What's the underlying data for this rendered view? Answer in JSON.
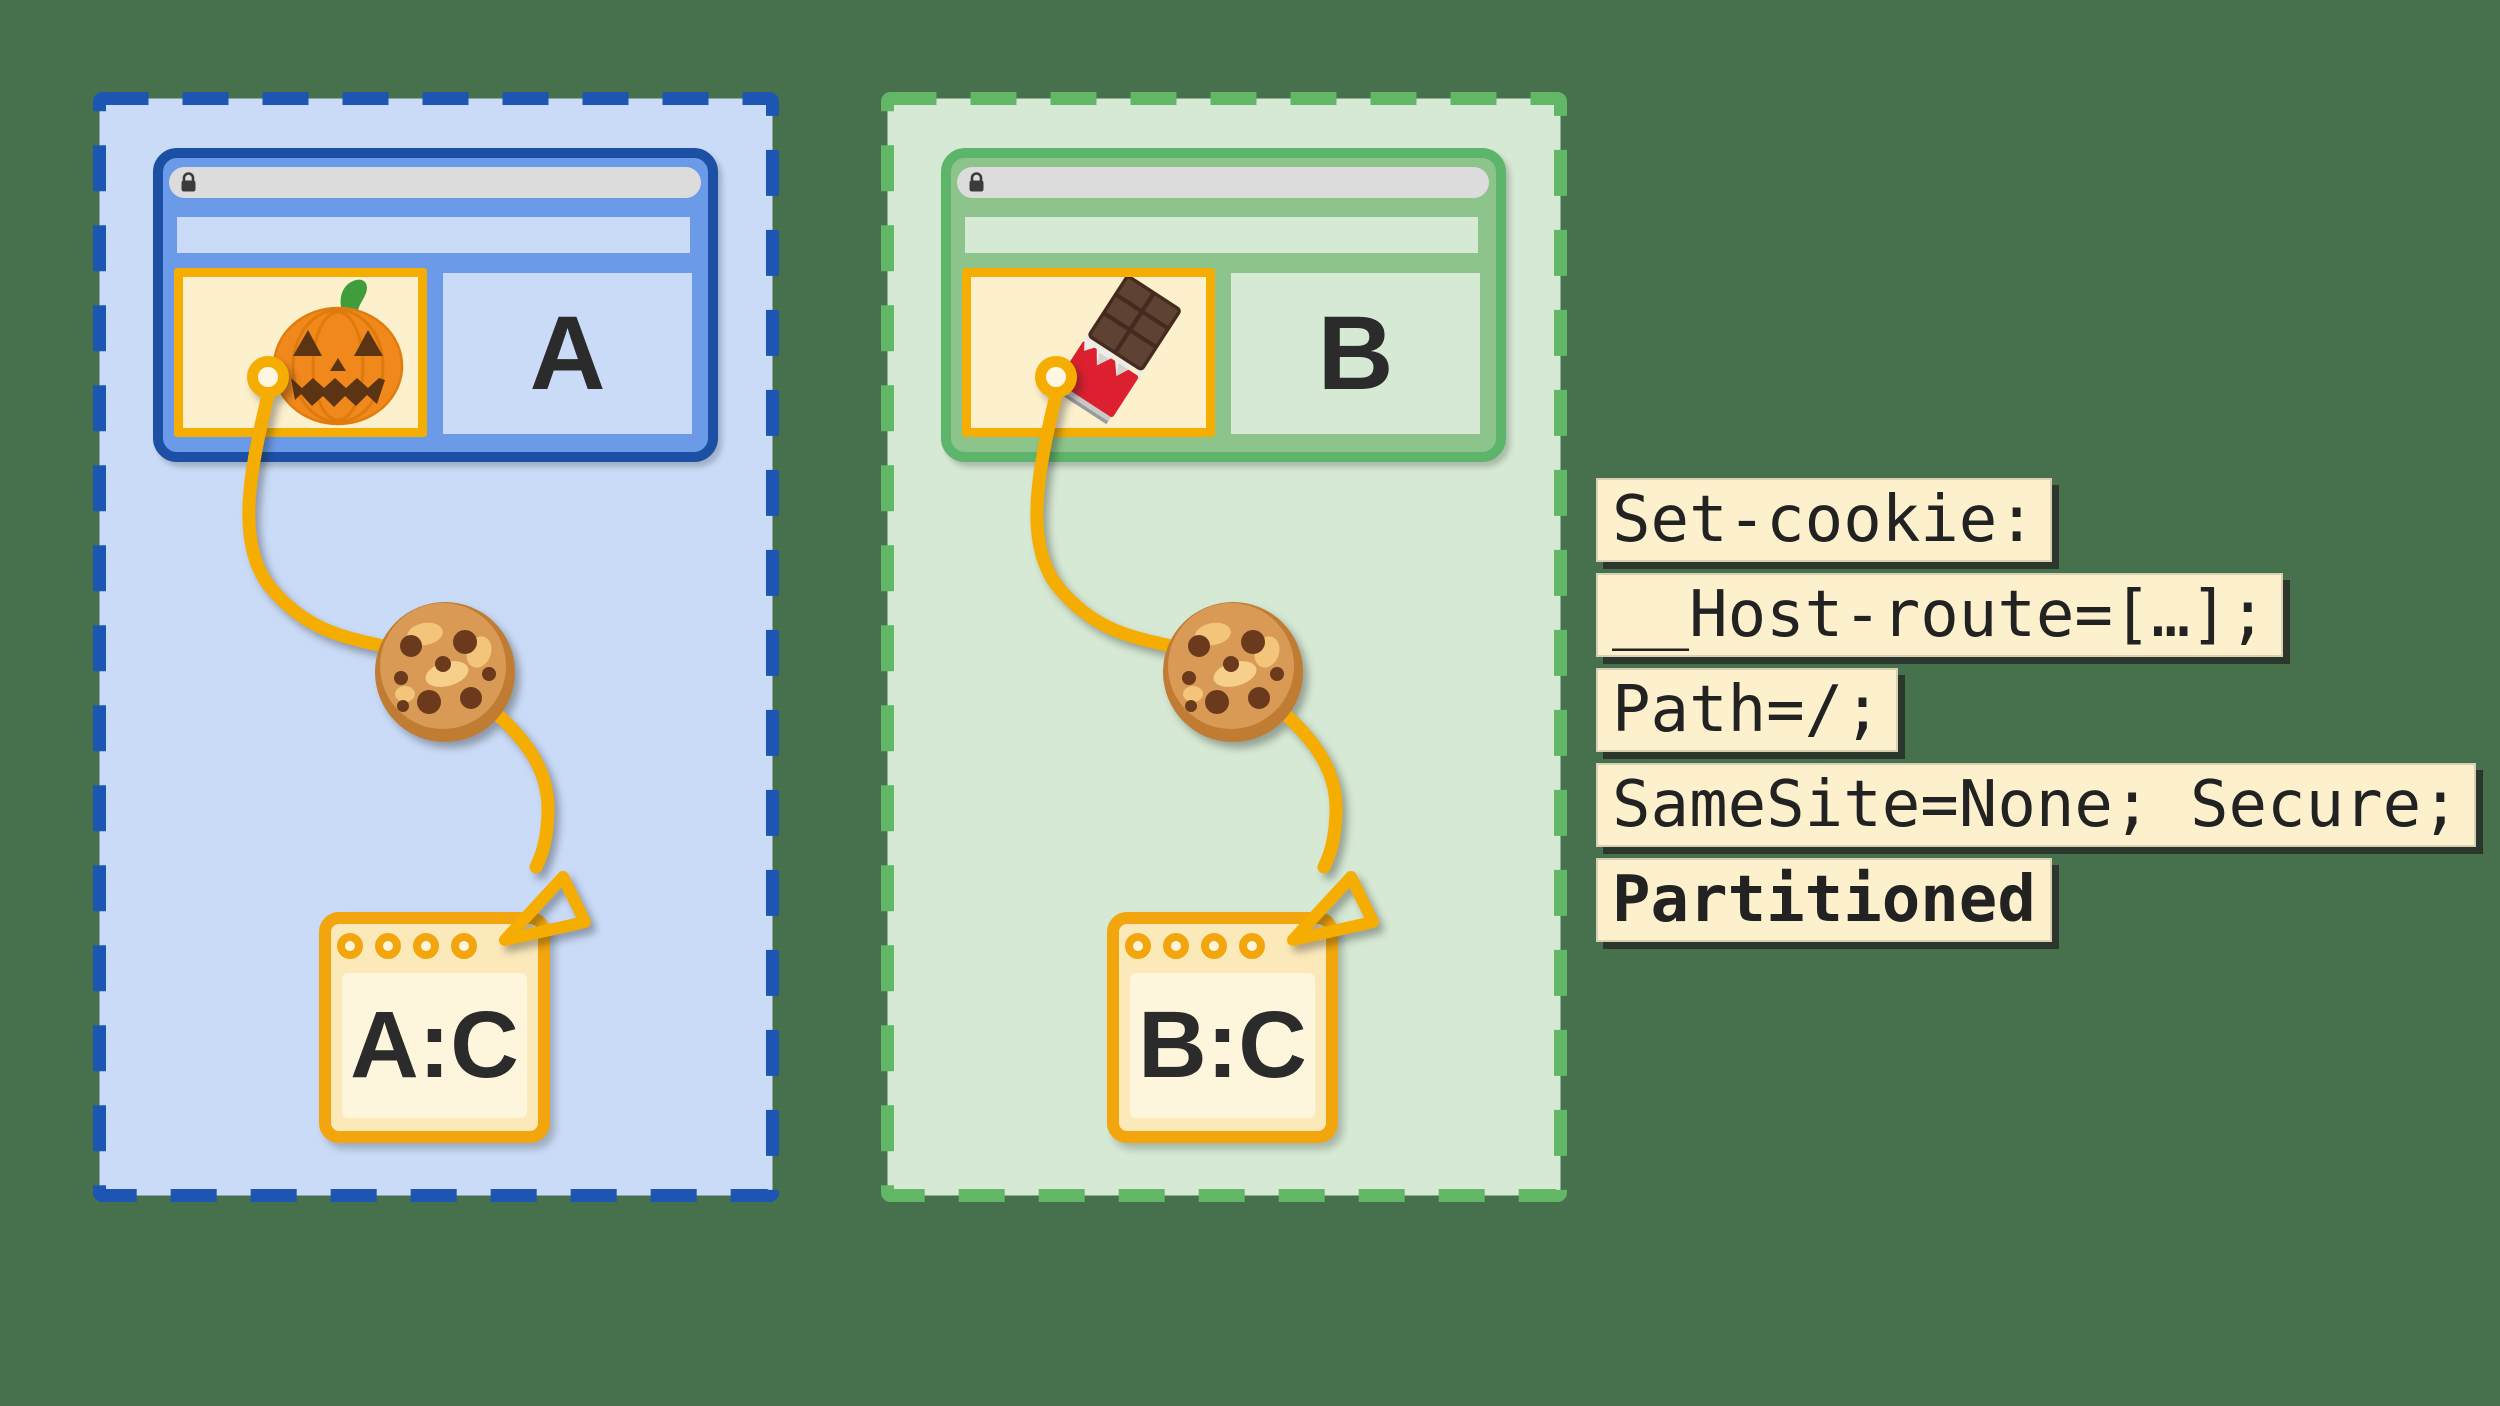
{
  "background_color": "#47714c",
  "panels": [
    {
      "label": "A",
      "storage_label": "A:C",
      "iframe_icon": "jack-o-lantern",
      "theme": {
        "dash_border": "#1c55b2",
        "panel_fill": "#cadbf7",
        "browser_frame": "#6b9ae8",
        "browser_border": "#1b50a5"
      }
    },
    {
      "label": "B",
      "storage_label": "B:C",
      "iframe_icon": "chocolate-bar",
      "theme": {
        "dash_border": "#62b766",
        "panel_fill": "#d6e9d4",
        "browser_frame": "#8dc48b",
        "browser_border": "#5cb56b"
      }
    }
  ],
  "shared": {
    "accent_orange": "#f5ad02",
    "iframe_fill": "#fdf0cd",
    "address_bar_fill": "#dcdcdc",
    "storage_fill_outer": "#fbe9ba",
    "storage_fill_inner": "#fdf5dc",
    "letter_color": "#2b2b2b",
    "icons": {
      "lock": "padlock in address bar",
      "cookie": "chocolate-chip cookie",
      "arrow": "orange curved arrow from iframe to storage"
    }
  },
  "code_block": {
    "highlight_color": "#fdf0cd",
    "text_color": "#222222",
    "lines": [
      {
        "text": "Set-cookie:",
        "bold": false
      },
      {
        "text": "__Host-route=[…];",
        "bold": false
      },
      {
        "text": "Path=/;",
        "bold": false
      },
      {
        "text": "SameSite=None; Secure;",
        "bold": false
      },
      {
        "text": "Partitioned",
        "bold": true
      }
    ]
  }
}
